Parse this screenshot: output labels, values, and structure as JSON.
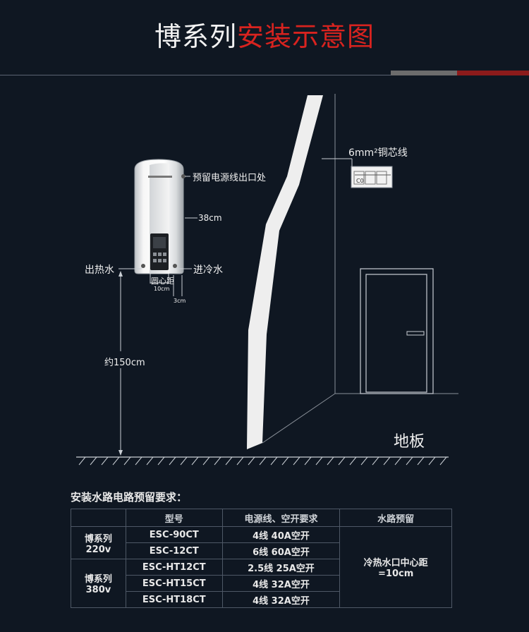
{
  "title": {
    "part1": "博系列",
    "part2": "安装示意图"
  },
  "colors": {
    "background": "#0f1722",
    "accent_red": "#d8231f",
    "wall": "#f0f0f0"
  },
  "diagram": {
    "label_cable_outlet": "预留电源线出口处",
    "label_cable_spec": "6mm²铜芯线",
    "label_width": "38cm",
    "label_hot_out": "出热水",
    "label_cold_in": "进冷水",
    "label_center_distance": "圆心距",
    "label_center_value": "10cm",
    "label_offset": "3cm",
    "label_height": "约150cm",
    "label_floor": "地板",
    "label_switch": "C0"
  },
  "requirements": {
    "heading": "安装水路电路预留要求：",
    "col_model": "型号",
    "col_power": "电源线、空开要求",
    "col_water": "水路预留",
    "group1_name": "博系列",
    "group1_voltage": "220v",
    "group2_name": "博系列",
    "group2_voltage": "380v",
    "water_line1": "冷热水口中心距",
    "water_line2": "=10cm",
    "rows": [
      {
        "model": "ESC-90CT",
        "power": "4线  40A空开"
      },
      {
        "model": "ESC-12CT",
        "power": "6线  60A空开"
      },
      {
        "model": "ESC-HT12CT",
        "power": "2.5线  25A空开"
      },
      {
        "model": "ESC-HT15CT",
        "power": "4线  32A空开"
      },
      {
        "model": "ESC-HT18CT",
        "power": "4线  32A空开"
      }
    ]
  }
}
